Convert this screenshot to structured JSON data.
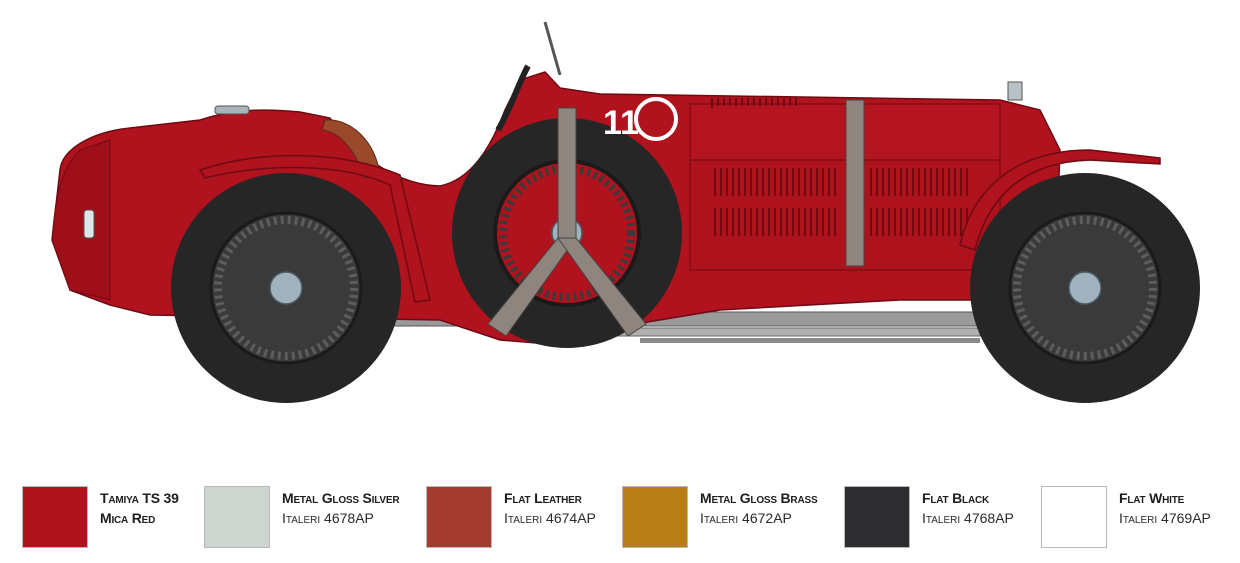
{
  "illustration": {
    "subject": "vintage-red-racing-car",
    "decal_number": "11",
    "colors": {
      "body": "#b0121e",
      "body_dark": "#8e0d17",
      "tire": "#262626",
      "spoke": "#5d5d5d",
      "hub": "#9fb2bd",
      "strap": "#8f857f",
      "chassis": "#9a9a9a",
      "leather": "#9a4a2a"
    }
  },
  "palette": [
    {
      "name_line1": "Tamiya TS 39",
      "name_line2": "Mica Red",
      "code": "",
      "color": "#b0121e"
    },
    {
      "name_line1": "Metal Gloss Silver",
      "name_line2": "",
      "code": "Italeri 4678AP",
      "color": "#ced5d1"
    },
    {
      "name_line1": "Flat Leather",
      "name_line2": "",
      "code": "Italeri 4674AP",
      "color": "#a43b30"
    },
    {
      "name_line1": "Metal Gloss Brass",
      "name_line2": "",
      "code": "Italeri 4672AP",
      "color": "#b87d16"
    },
    {
      "name_line1": "Flat Black",
      "name_line2": "",
      "code": "Italeri 4768AP",
      "color": "#2d2d2f"
    },
    {
      "name_line1": "Flat White",
      "name_line2": "",
      "code": "Italeri 4769AP",
      "color": "#ffffff"
    }
  ]
}
